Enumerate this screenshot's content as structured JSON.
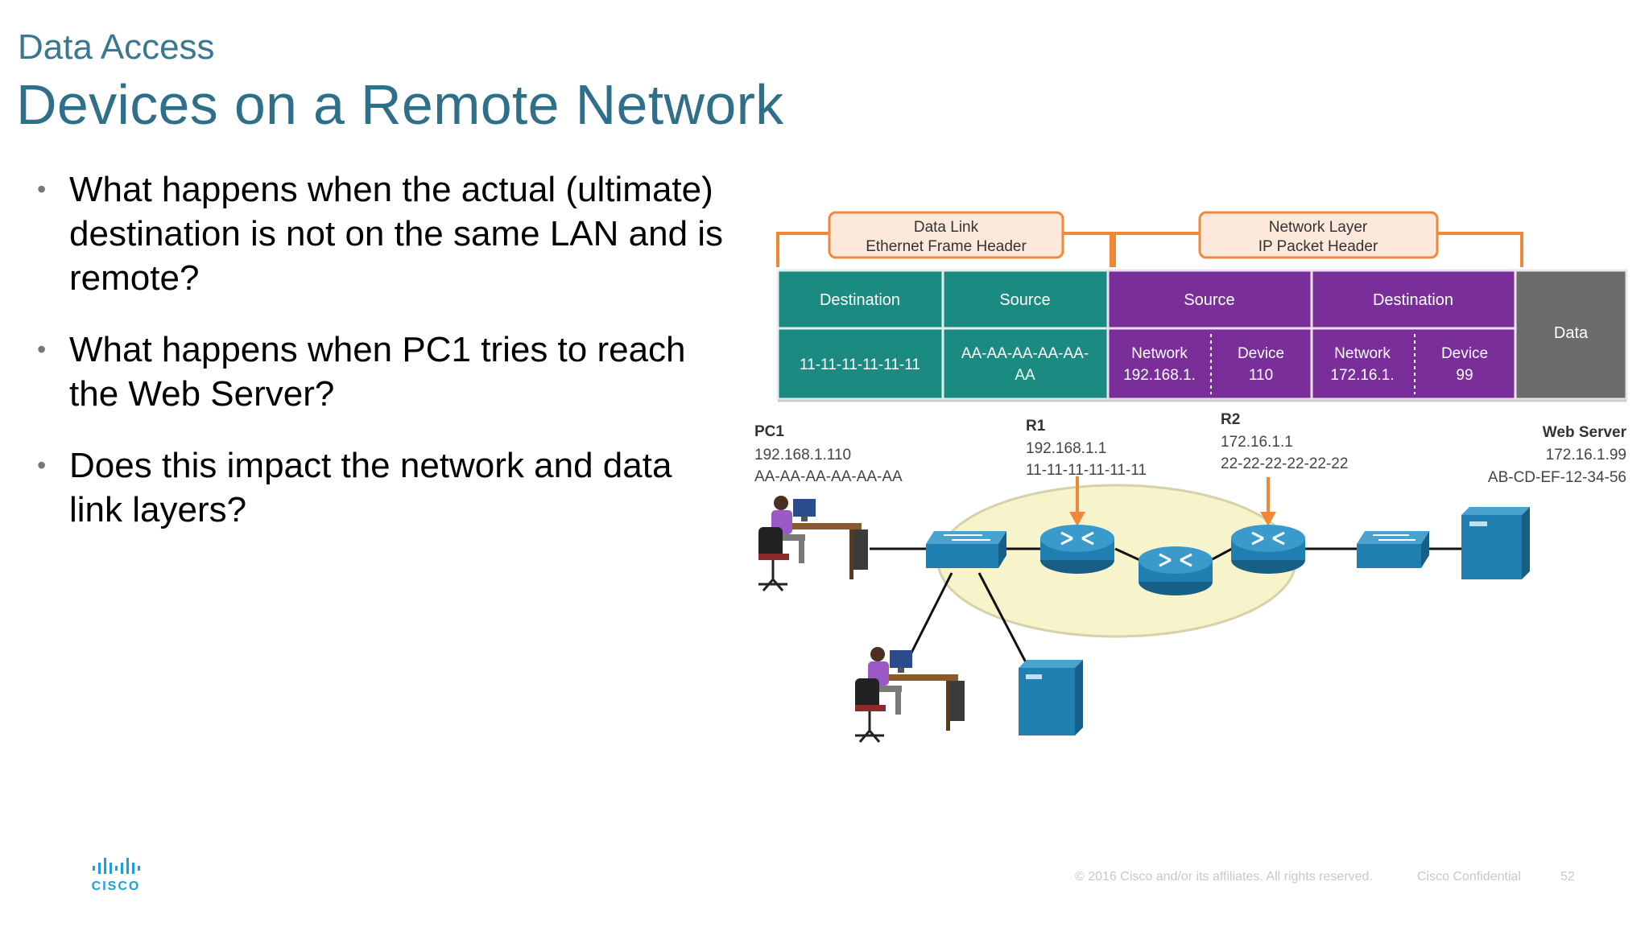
{
  "slide": {
    "section": "Data Access",
    "title": "Devices on a Remote Network",
    "bullets": [
      "What happens when the actual (ultimate) destination is not on the same LAN and is remote?",
      "What happens when PC1 tries to reach the Web Server?",
      "Does this impact the network and data link layers?"
    ]
  },
  "diagram": {
    "headers": {
      "data_link_line1": "Data Link",
      "data_link_line2": "Ethernet Frame Header",
      "network_line1": "Network Layer",
      "network_line2": "IP Packet Header"
    },
    "fields": {
      "dl_destination": "Destination",
      "dl_source": "Source",
      "ip_source": "Source",
      "ip_destination": "Destination",
      "data": "Data",
      "dl_dest_value": "11-11-11-11-11-11",
      "dl_src_value_1": "AA-AA-AA-AA-AA-",
      "dl_src_value_2": "AA",
      "src_network_label": "Network",
      "src_network_value": "192.168.1.",
      "src_device_label": "Device",
      "src_device_value": "110",
      "dst_network_label": "Network",
      "dst_network_value": "172.16.1.",
      "dst_device_label": "Device",
      "dst_device_value": "99"
    },
    "devices": {
      "pc1_name": "PC1",
      "pc1_ip": "192.168.1.110",
      "pc1_mac": "AA-AA-AA-AA-AA-AA",
      "r1_name": "R1",
      "r1_ip": "192.168.1.1",
      "r1_mac": "11-11-11-11-11-11",
      "r2_name": "R2",
      "r2_ip": "172.16.1.1",
      "r2_mac": "22-22-22-22-22-22",
      "ws_name": "Web Server",
      "ws_ip": "172.16.1.99",
      "ws_mac": "AB-CD-EF-12-34-56"
    },
    "colors": {
      "teal": "#1b8a80",
      "purple": "#7a2e9a",
      "gray": "#6b6b6b",
      "orange": "#f0883a",
      "device_blue": "#1f7fb0",
      "cloud": "#f7f4cc"
    }
  },
  "footer": {
    "copyright": "© 2016 Cisco and/or its affiliates. All rights reserved.",
    "confidential": "Cisco Confidential",
    "page_number": "52",
    "logo_text": "CISCO"
  }
}
